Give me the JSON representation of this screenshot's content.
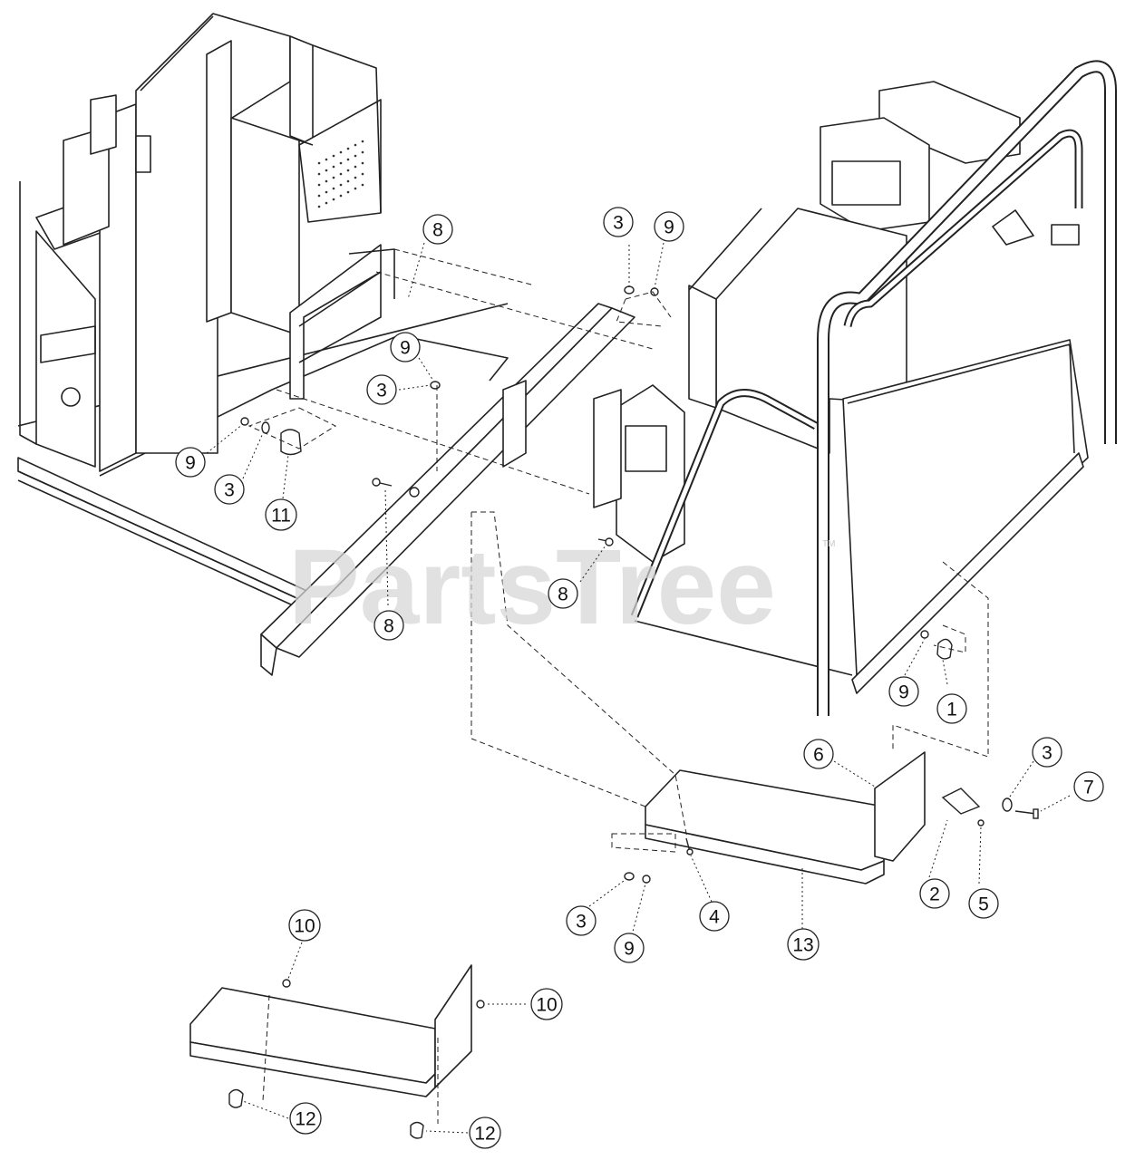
{
  "diagram": {
    "watermark": "PartsTree",
    "watermark_mark": "TM",
    "colors": {
      "line": "#222222",
      "watermark": "#d6d6d6",
      "background": "#ffffff"
    },
    "callouts": [
      {
        "id": "c-3-a",
        "label": "3"
      },
      {
        "id": "c-9-a",
        "label": "9"
      },
      {
        "id": "c-8-a",
        "label": "8"
      },
      {
        "id": "c-9-b",
        "label": "9"
      },
      {
        "id": "c-3-b",
        "label": "3"
      },
      {
        "id": "c-9-c",
        "label": "9"
      },
      {
        "id": "c-3-c",
        "label": "3"
      },
      {
        "id": "c-11",
        "label": "11"
      },
      {
        "id": "c-8-b",
        "label": "8"
      },
      {
        "id": "c-8-c",
        "label": "8"
      },
      {
        "id": "c-9-d",
        "label": "9"
      },
      {
        "id": "c-1",
        "label": "1"
      },
      {
        "id": "c-6",
        "label": "6"
      },
      {
        "id": "c-3-d",
        "label": "3"
      },
      {
        "id": "c-7",
        "label": "7"
      },
      {
        "id": "c-2",
        "label": "2"
      },
      {
        "id": "c-5",
        "label": "5"
      },
      {
        "id": "c-3-e",
        "label": "3"
      },
      {
        "id": "c-4",
        "label": "4"
      },
      {
        "id": "c-9-e",
        "label": "9"
      },
      {
        "id": "c-13",
        "label": "13"
      },
      {
        "id": "c-10-a",
        "label": "10"
      },
      {
        "id": "c-10-b",
        "label": "10"
      },
      {
        "id": "c-12-a",
        "label": "12"
      },
      {
        "id": "c-12-b",
        "label": "12"
      }
    ]
  }
}
